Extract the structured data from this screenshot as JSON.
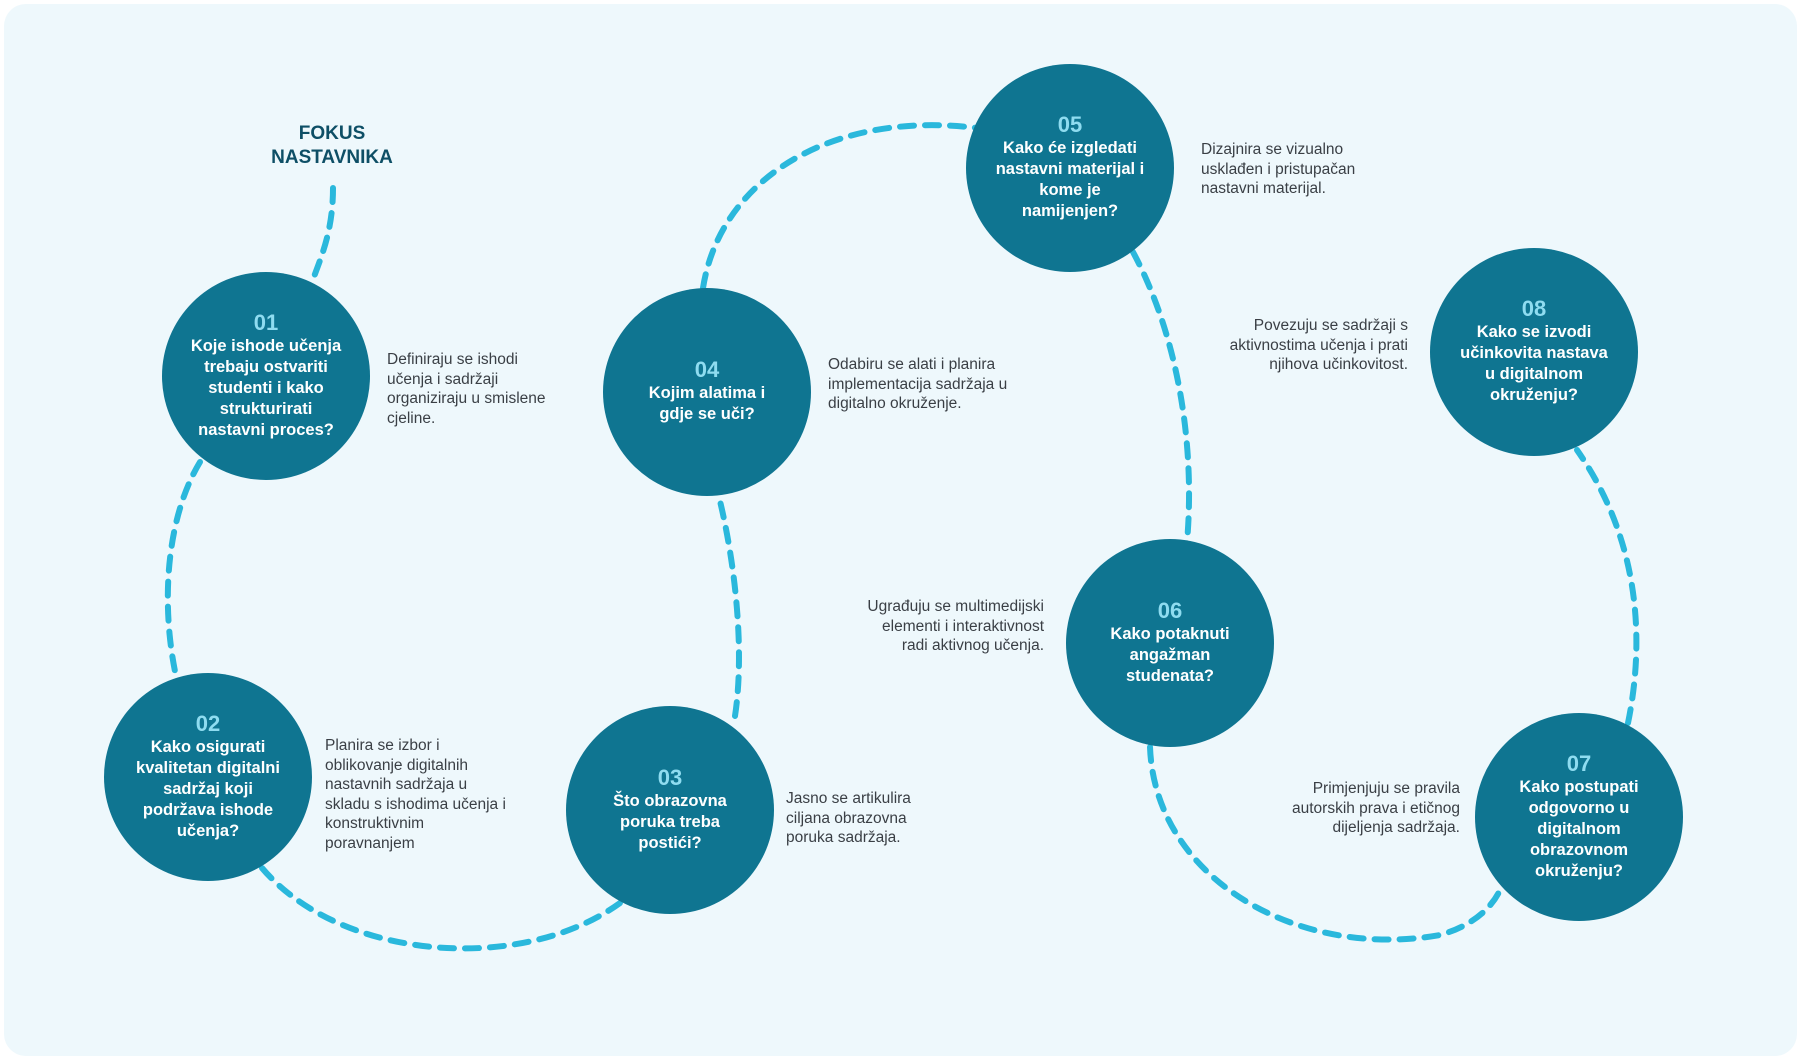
{
  "focus_label": "FOKUS\nNASTAVNIKA",
  "colors": {
    "background": "#eef8fc",
    "node_fill": "#0f7591",
    "node_number": "#8fdcf0",
    "dashed_path": "#2ab8dc",
    "focus_text": "#0e4f66",
    "description_text": "#3a3f45"
  },
  "steps": [
    {
      "number": "01",
      "question": "Koje ishode učenja trebaju ostvariti studenti i kako strukturirati nastavni proces?",
      "description": "Definiraju se ishodi učenja i sadržaji organiziraju u smislene cjeline."
    },
    {
      "number": "02",
      "question": "Kako osigurati kvalitetan digitalni sadržaj koji podržava ishode učenja?",
      "description": "Planira se izbor i oblikovanje digitalnih nastavnih sadržaja u skladu s ishodima učenja i konstruktivnim poravnanjem"
    },
    {
      "number": "03",
      "question": "Što obrazovna poruka treba postići?",
      "description": "Jasno se artikulira ciljana obrazovna poruka sadržaja."
    },
    {
      "number": "04",
      "question": "Kojim alatima i gdje se uči?",
      "description": "Odabiru se alati i planira implementacija sadržaja u digitalno okruženje."
    },
    {
      "number": "05",
      "question": "Kako će izgledati nastavni materijal i kome je namijenjen?",
      "description": "Dizajnira se vizualno usklađen i pristupačan nastavni materijal."
    },
    {
      "number": "06",
      "question": "Kako potaknuti angažman studenata?",
      "description": "Ugrađuju se multimedijski elementi i interaktivnost radi aktivnog učenja."
    },
    {
      "number": "07",
      "question": "Kako postupati odgovorno u digitalnom obrazovnom okruženju?",
      "description": "Primjenjuju se pravila autorskih prava i etičnog dijeljenja sadržaja."
    },
    {
      "number": "08",
      "question": "Kako se izvodi učinkovita nastava u digitalnom okruženju?",
      "description": "Povezuju se sadržaji s aktivnostima učenja i prati njihova učinkovitost."
    }
  ]
}
